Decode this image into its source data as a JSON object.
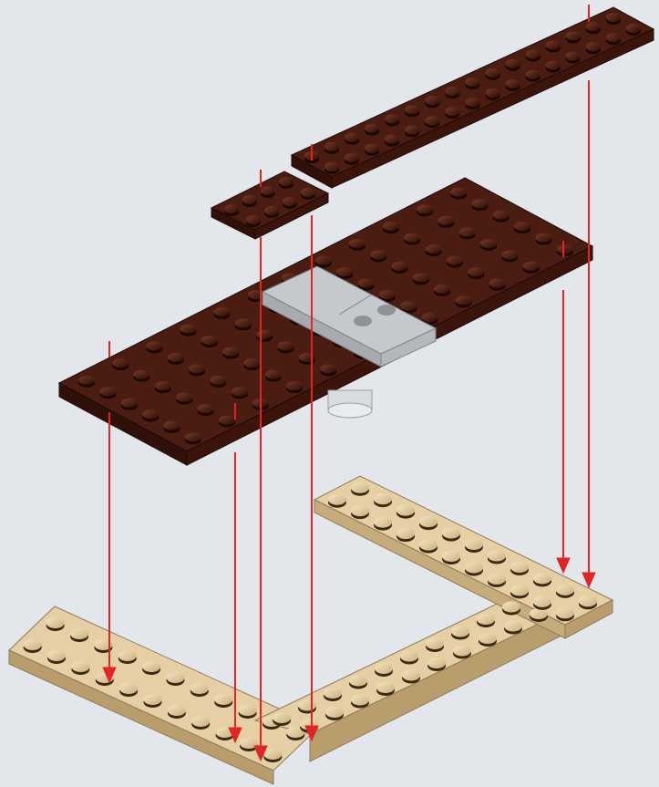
{
  "figure": {
    "type": "lego-assembly-instruction",
    "background_color": "#e3e7ec",
    "colors": {
      "dark_brown_plate": "#4a1c12",
      "tan_plate": "#e6cfa4",
      "light_gray_plate": "#c6c9cc",
      "arrow": "#e02525"
    },
    "parts": [
      {
        "id": "long-brown-plate",
        "color": "dark_brown",
        "studs_long": 16,
        "studs_wide": 2
      },
      {
        "id": "short-brown-plate",
        "color": "dark_brown",
        "studs_long": 4,
        "studs_wide": 2
      },
      {
        "id": "large-brown-plate",
        "color": "dark_brown",
        "studs_long": 12,
        "studs_wide": 6
      },
      {
        "id": "gray-hinge-plate",
        "color": "light_gray",
        "studs_long": 4,
        "studs_wide": 2
      },
      {
        "id": "tan-l-base",
        "color": "tan",
        "shape": "U-frame"
      }
    ],
    "placement_arrows": 6
  }
}
